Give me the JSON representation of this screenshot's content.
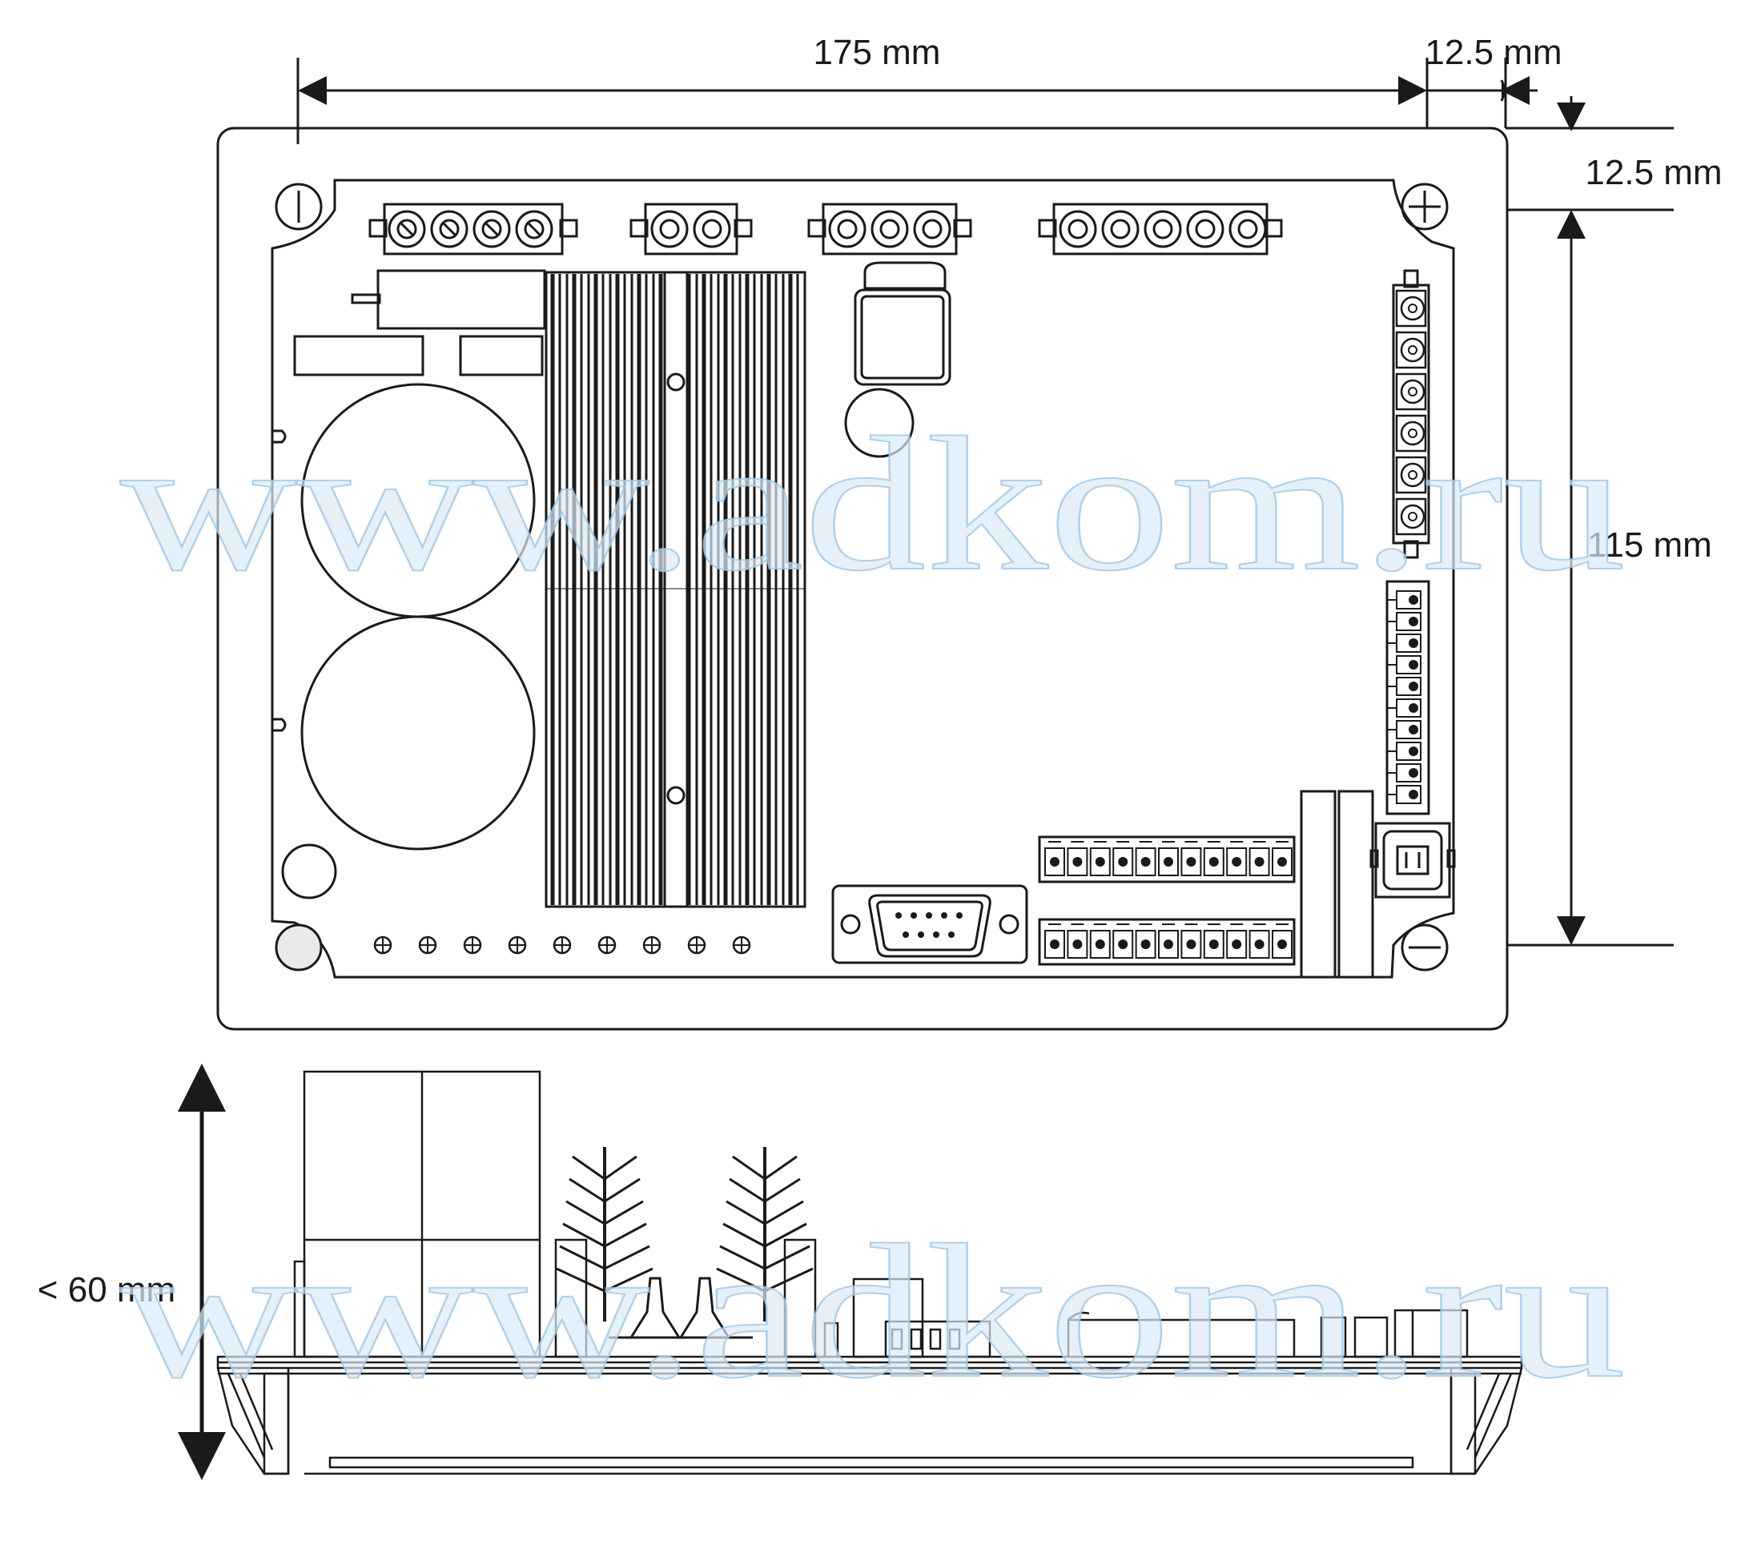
{
  "dimensions": {
    "top_width": "175 mm",
    "top_offset": "12.5 mm",
    "right_offset": "12.5 mm",
    "height": "115 mm",
    "depth": "< 60 mm"
  },
  "watermark": {
    "text": "www.adkom.ru",
    "color": "#9ec7e6"
  },
  "parts": {
    "top_connectors": [
      {
        "pins": 4
      },
      {
        "pins": 2
      },
      {
        "pins": 3
      },
      {
        "pins": 5
      }
    ],
    "right_vertical_connector_pins": 6,
    "right_terminal_block_pins": 10,
    "bottom_terminal_row_pins": 11,
    "bottom_test_points": 9,
    "serial_port": "DB9",
    "icons": [
      "mounting-hole-icon",
      "ground-symbol-icon",
      "usb-connector-icon",
      "heatsink-icon",
      "capacitor-icon"
    ]
  }
}
